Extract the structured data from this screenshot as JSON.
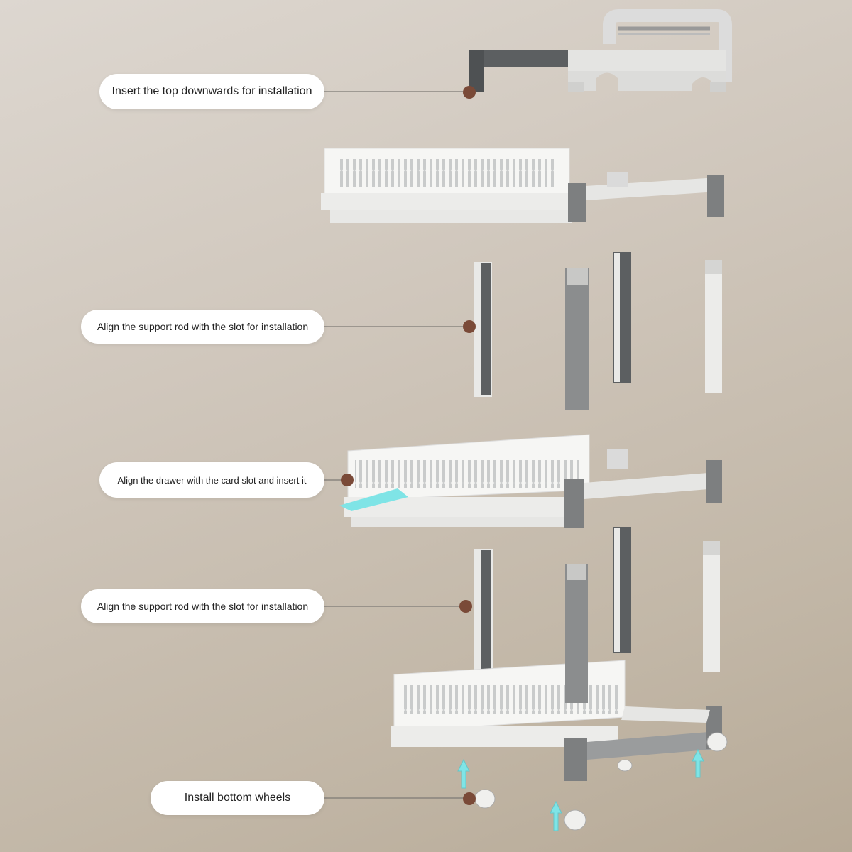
{
  "labels": [
    "Insert the top downwards for installation",
    "Align the support rod with the slot for installation",
    "Align the drawer with the card slot and insert it",
    "Align the support rod with the slot for installation",
    "Install bottom wheels"
  ],
  "colors": {
    "marker": "#7a4a38",
    "accent_arrow": "#7fe4e6",
    "frame_gray": "#7d7f80",
    "white_part": "#f4f4f2"
  }
}
